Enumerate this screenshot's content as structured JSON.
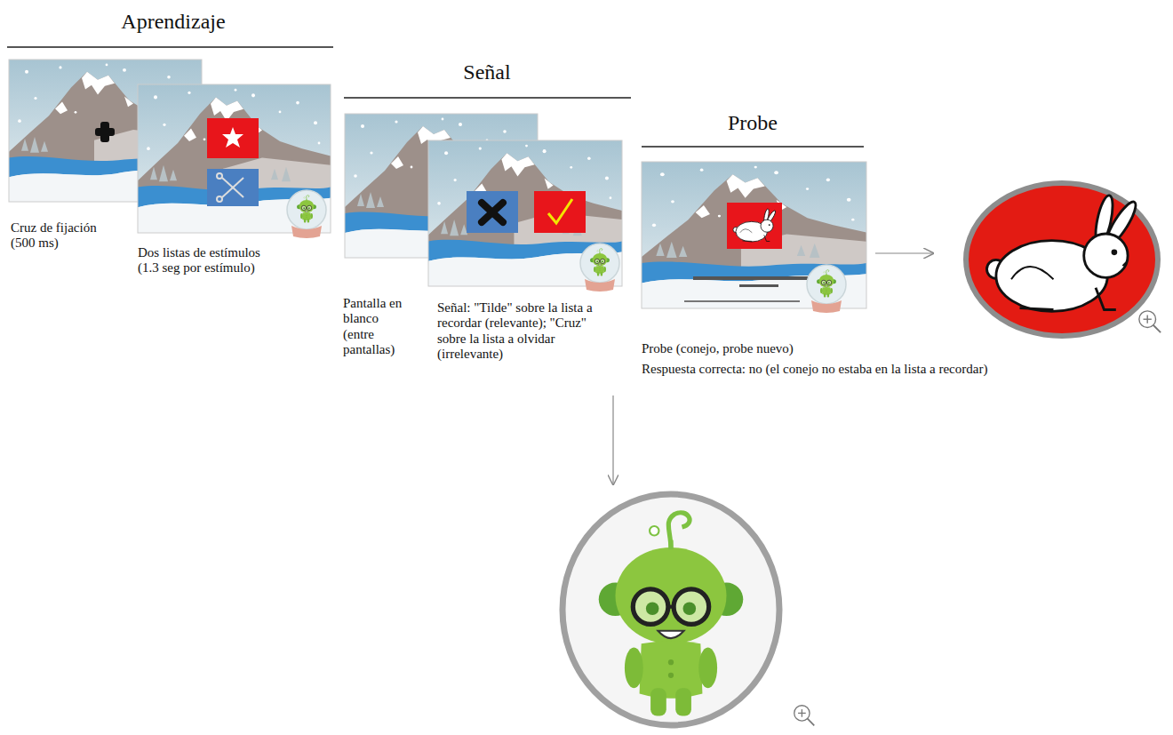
{
  "diagram": {
    "nodes": [
      {
        "text": [
          "Cruz de fijación (500 ms)"
        ]
      },
      {
        "text": [
          "Dos listas de estímulos (1.3 seg por estímulo)"
        ]
      },
      {
        "text": [
          "Pantalla en blanco (entre pantallas)"
        ]
      },
      {
        "text": [
          "Señal: \"Tilde\" sobre la lista a recordar (relevante); \"Cruz\" sobre la lista a olvidar (irrelevante)"
        ]
      },
      {
        "text": [
          "Probe (conejo, probe nuevo)",
          "Respuesta correcta: no (el conejo no estaba en la lista a recordar)"
        ]
      }
    ],
    "labels": [
      "Aprendizaje",
      "Señal",
      "Probe"
    ]
  }
}
